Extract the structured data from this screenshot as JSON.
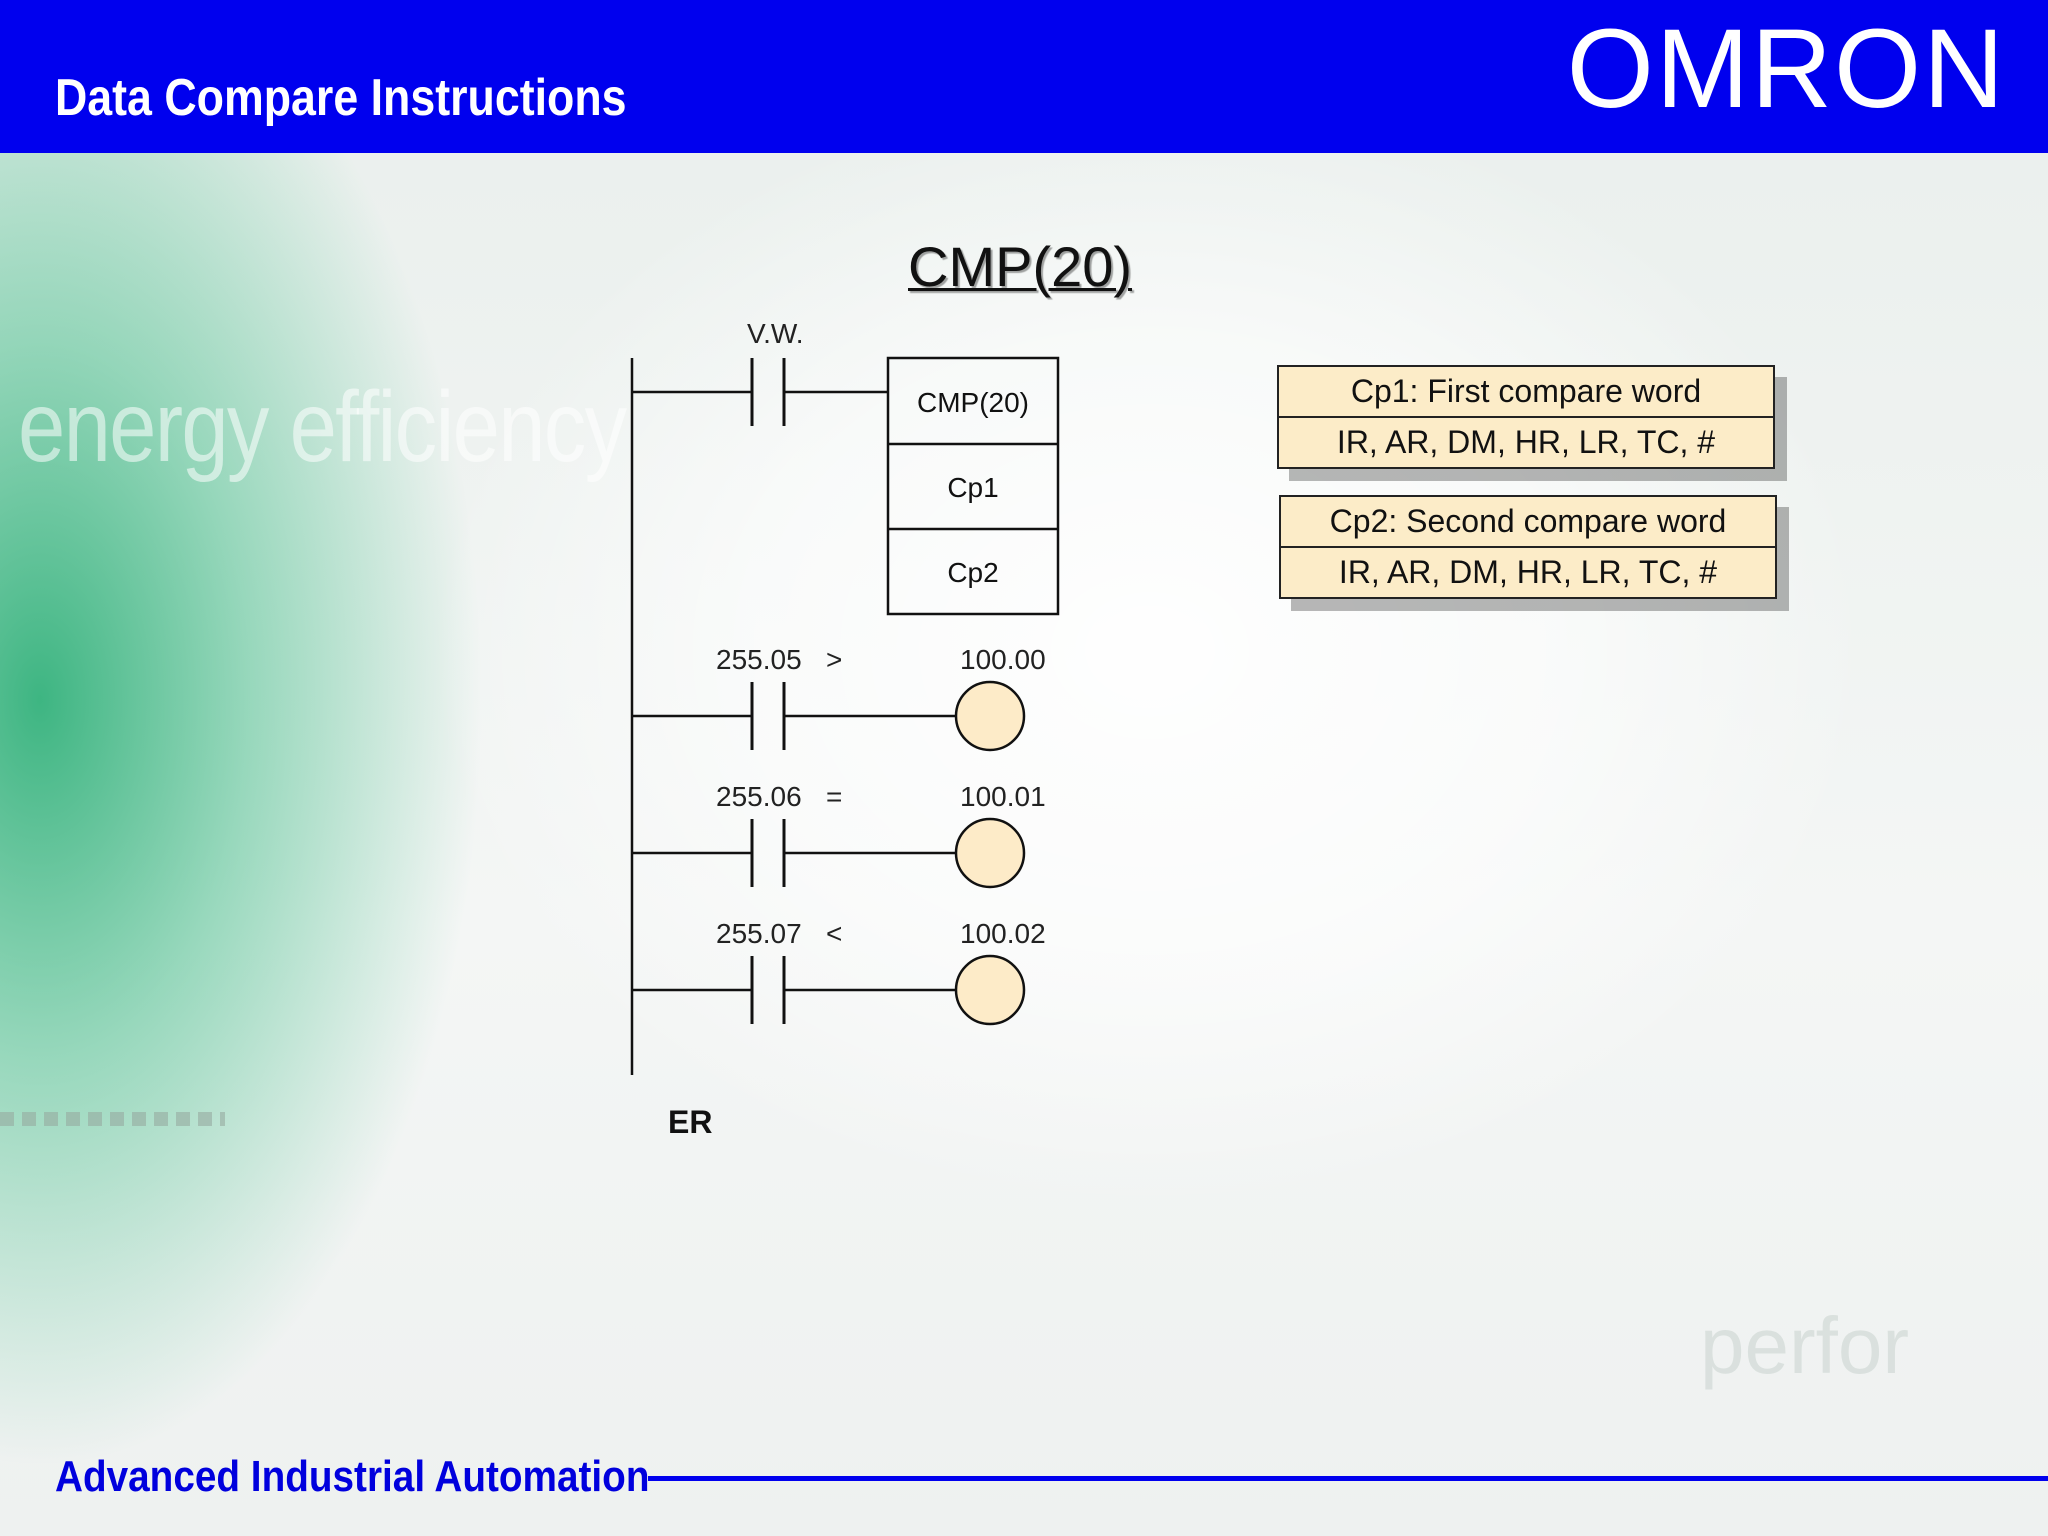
{
  "header": {
    "title": "Data Compare Instructions",
    "brand": "OMRON"
  },
  "background": {
    "word_left": "energy efficiency",
    "word_right": "perfor"
  },
  "diagram": {
    "title": "CMP(20)",
    "input_label": "V.W.",
    "instruction": [
      "CMP(20)",
      "Cp1",
      "Cp2"
    ],
    "rungs": [
      {
        "contact": "255.05",
        "symbol": ">",
        "output": "100.00"
      },
      {
        "contact": "255.06",
        "symbol": "=",
        "output": "100.01"
      },
      {
        "contact": "255.07",
        "symbol": "<",
        "output": "100.02"
      }
    ],
    "er_label": "ER"
  },
  "operands": [
    {
      "title": "Cp1: First compare word",
      "areas": "IR, AR, DM, HR, LR, TC, #"
    },
    {
      "title": "Cp2: Second compare word",
      "areas": "IR, AR, DM, HR, LR, TC, #"
    }
  ],
  "footer": {
    "text": "Advanced Industrial Automation"
  },
  "colors": {
    "header_bg": "#0000ee",
    "footer_text": "#0000dd",
    "box_fill": "#fcecc8",
    "coil_fill": "#fdebc8"
  }
}
